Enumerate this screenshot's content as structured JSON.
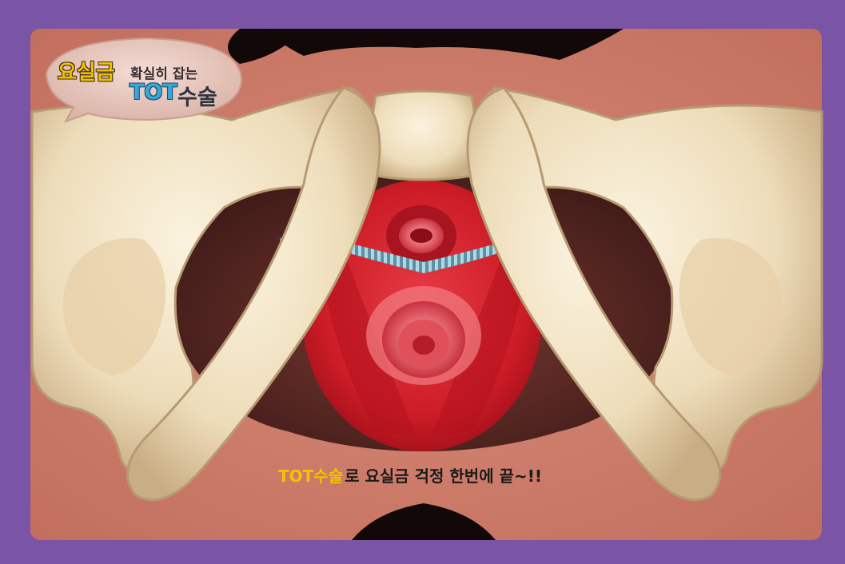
{
  "bubble": {
    "line1_main": "요실금",
    "line1_rest": "확실히 잡는",
    "line2_latin": "TOT",
    "line2_hangul": "수술"
  },
  "caption": {
    "tot": "TOT",
    "hangul": "수술",
    "rest": "로  요실금 걱정 한번에 끝~!!"
  },
  "colors": {
    "frame": "#7a55a6",
    "skin": "#cf7f6c",
    "bone": "#eedfc2",
    "bone_shadow": "#c9ad84",
    "tissue": "#d0202a",
    "cavity": "#5a2a26",
    "tape": "#8fc8d8"
  }
}
